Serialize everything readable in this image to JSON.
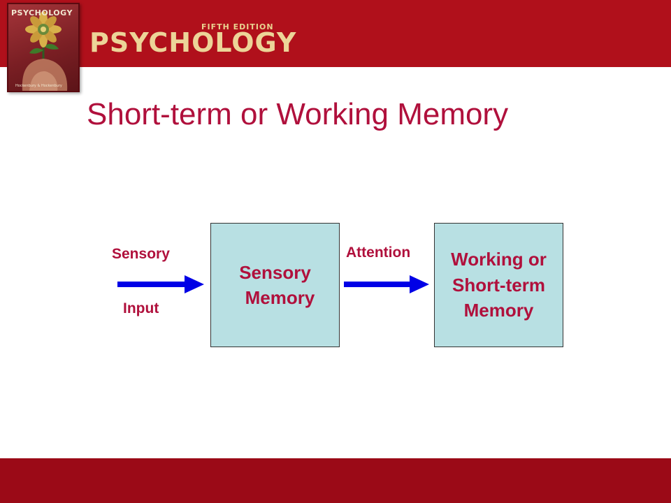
{
  "header": {
    "book_cover": {
      "title": "PSYCHOLOGY",
      "authors": "Hockenbury & Hockenbury"
    },
    "edition": "FIFTH EDITION",
    "book_title": "PSYCHOLOGY"
  },
  "slide": {
    "title": "Short-term or Working Memory"
  },
  "diagram": {
    "input_label_top": "Sensory",
    "input_label_bottom": "Input",
    "attention_label": "Attention",
    "sensory_box": [
      "Sensory",
      "Memory"
    ],
    "working_box": [
      "Working or",
      "Short-term",
      "Memory"
    ]
  },
  "colors": {
    "header_band": "#b0101b",
    "footer_band": "#9b0a17",
    "title_text": "#b0103c",
    "box_fill": "#b8e0e3",
    "arrow": "#0000e6"
  }
}
